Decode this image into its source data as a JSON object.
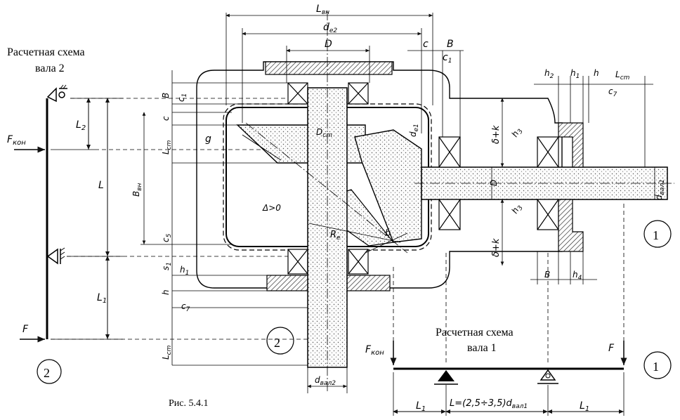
{
  "scheme2": {
    "title_line1": "Расчетная схема",
    "title_line2": "вала 2",
    "circle": "2",
    "F_kon": "F",
    "F_kon_sub": "кон",
    "F": "F",
    "L2": "L",
    "L2_sub": "2",
    "L": "L",
    "L1": "L",
    "L1_sub": "1"
  },
  "scheme1": {
    "title_line1": "Расчетная схема",
    "title_line2": "вала 1",
    "circle": "1",
    "F_kon": "F",
    "F_kon_sub": "кон",
    "F": "F",
    "L1_left": "L",
    "L1_left_sub": "1",
    "L_formula": "L=(2,5÷3,5)d",
    "L_formula_sub": "вал1",
    "L1_right": "L",
    "L1_right_sub": "1"
  },
  "drawing": {
    "circle_shaft2": "2",
    "circle_shaft1": "1",
    "labels": {
      "L_vn": "L",
      "L_vn_sub": "вн",
      "d_e2": "d",
      "d_e2_sub": "e2",
      "D_top": "D",
      "c_top": "c",
      "B_top": "B",
      "c1_top": "c",
      "c1_top_sub": "1",
      "h2": "h",
      "h2_sub": "2",
      "h1_right": "h",
      "h1_right_sub": "1",
      "h_right": "h",
      "L_cm_right": "L",
      "L_cm_right_sub": "cm",
      "c7_right": "c",
      "c7_right_sub": "7",
      "B_left": "B",
      "c1_left": "c",
      "c1_left_sub": "1",
      "c_left": "c",
      "L_cm_left": "L",
      "L_cm_left_sub": "cm",
      "B_vn": "B",
      "B_vn_sub": "вн",
      "c5": "c",
      "c5_sub": "5",
      "s1": "s",
      "s1_sub": "1",
      "h1_left": "h",
      "h1_left_sub": "1",
      "h_left": "h",
      "c7_left": "c",
      "c7_left_sub": "7",
      "L_cm_bottom": "L",
      "L_cm_bottom_sub": "cm",
      "g": "g",
      "D_cm": "D",
      "D_cm_sub": "cm",
      "d_e1": "d",
      "d_e1_sub": "e1",
      "delta_gap": "Δ>0",
      "R_e": "R",
      "R_e_sub": "e",
      "b": "b",
      "delta_k_top": "δ+k",
      "delta_k_bottom": "δ+k",
      "h3_top": "h",
      "h3_top_sub": "3",
      "h3_bottom": "h",
      "h3_bottom_sub": "3",
      "D_shaft": "D",
      "d_val1": "d",
      "d_val1_sub": "вал1",
      "d_val2": "d",
      "d_val2_sub": "вал2",
      "B_bottom": "B",
      "h4": "h",
      "h4_sub": "4"
    }
  },
  "caption": "Рис. 5.4.1",
  "icons": [
    "fixed-support-icon",
    "pin-support-icon",
    "force-arrow-icon"
  ]
}
